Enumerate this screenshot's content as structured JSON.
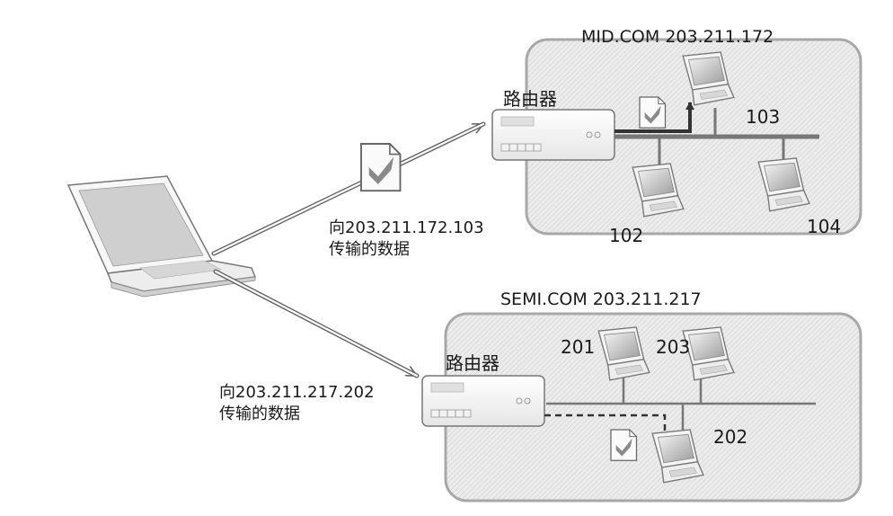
{
  "network_top": {
    "title": "MID.COM 203.211.172",
    "router_label": "路由器",
    "hosts": [
      "103",
      "102",
      "104"
    ]
  },
  "network_bottom": {
    "title": "SEMI.COM 203.211.217",
    "router_label": "路由器",
    "hosts": [
      "201",
      "203",
      "202"
    ]
  },
  "packet_top": {
    "line1": "向203.211.172.103",
    "line2": "传输的数据"
  },
  "packet_bottom": {
    "line1": "向203.211.217.202",
    "line2": "传输的数据"
  }
}
